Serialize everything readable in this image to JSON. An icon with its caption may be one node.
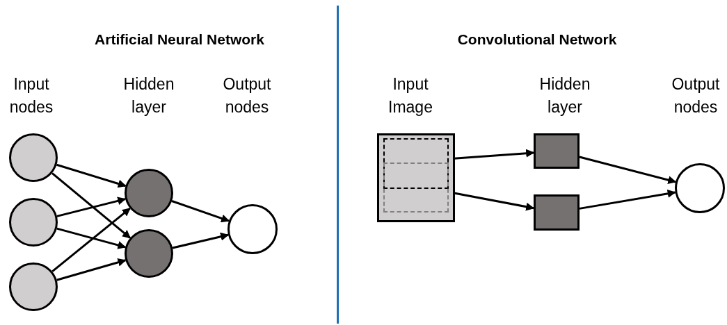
{
  "diagram": {
    "nodes": [
      {
        "text": [],
        "shape": "circle"
      },
      {
        "text": [],
        "shape": "circle"
      },
      {
        "text": [],
        "shape": "circle"
      },
      {
        "text": [],
        "shape": "circle"
      },
      {
        "text": [],
        "shape": "circle"
      },
      {
        "text": [],
        "shape": "circle"
      },
      {
        "text": [],
        "shape": "box"
      },
      {
        "text": [],
        "shape": "box",
        "in": 6
      },
      {
        "text": [],
        "shape": "box",
        "in": 6
      },
      {
        "text": [],
        "shape": "box"
      },
      {
        "text": [],
        "shape": "box"
      },
      {
        "text": [],
        "shape": "circle"
      }
    ],
    "edges": [
      {
        "from": 0,
        "to": 3,
        "arrow": "to"
      },
      {
        "from": 0,
        "to": 4,
        "arrow": "to"
      },
      {
        "from": 1,
        "to": 3,
        "arrow": "to"
      },
      {
        "from": 1,
        "to": 4,
        "arrow": "to"
      },
      {
        "from": 2,
        "to": 3,
        "arrow": "to"
      },
      {
        "from": 2,
        "to": 4,
        "arrow": "to"
      },
      {
        "from": 3,
        "to": 5,
        "arrow": "to"
      },
      {
        "from": 4,
        "to": 5,
        "arrow": "to"
      },
      {
        "from": 7,
        "to": 9,
        "arrow": "to"
      },
      {
        "from": 8,
        "to": 10,
        "arrow": "to"
      },
      {
        "from": 9,
        "to": 11,
        "arrow": "to"
      },
      {
        "from": 10,
        "to": 11,
        "arrow": "to"
      }
    ],
    "labels": [
      "Artificial Neural Network",
      "Convolutional Network",
      "Input nodes",
      "Hidden layer",
      "Output nodes",
      "Input Image",
      "Hidden layer",
      "Output nodes"
    ]
  }
}
